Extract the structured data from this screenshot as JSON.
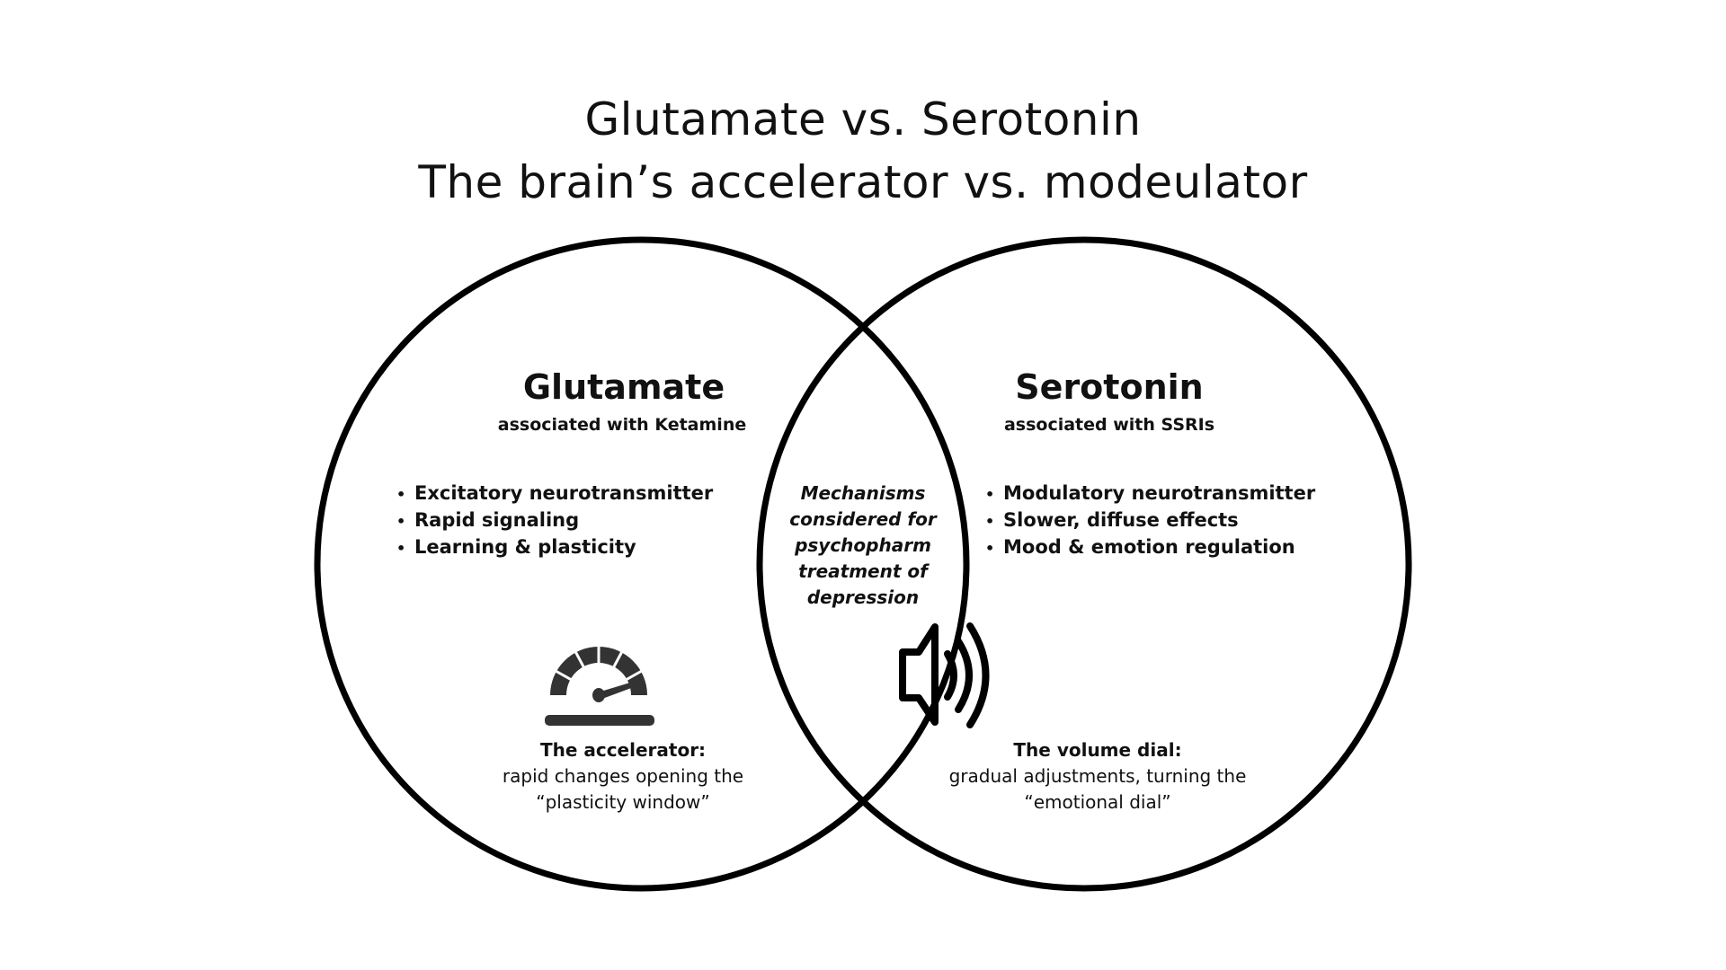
{
  "title": {
    "line1": "Glutamate vs. Serotonin",
    "line2": "The brain’s accelerator vs. modeulator"
  },
  "left": {
    "heading": "Glutamate",
    "subheading": "associated with Ketamine",
    "bullets": [
      "Excitatory neurotransmitter",
      "Rapid signaling",
      "Learning & plasticity"
    ],
    "icon": "speedometer-icon",
    "caption_title": "The accelerator:",
    "caption_line1": "rapid changes opening the",
    "caption_line2": "“plasticity window”"
  },
  "overlap": {
    "lines": [
      "Mechanisms",
      "considered for",
      "psychopharm",
      "treatment of",
      "depression"
    ]
  },
  "right": {
    "heading": "Serotonin",
    "subheading": "associated with SSRIs",
    "bullets": [
      "Modulatory neurotransmitter",
      "Slower, diffuse effects",
      "Mood & emotion regulation"
    ],
    "icon": "speaker-volume-icon",
    "caption_title": "The volume dial:",
    "caption_line1": "gradual adjustments, turning the",
    "caption_line2": "“emotional dial”"
  },
  "colors": {
    "stroke": "#000000",
    "icon": "#333333"
  }
}
